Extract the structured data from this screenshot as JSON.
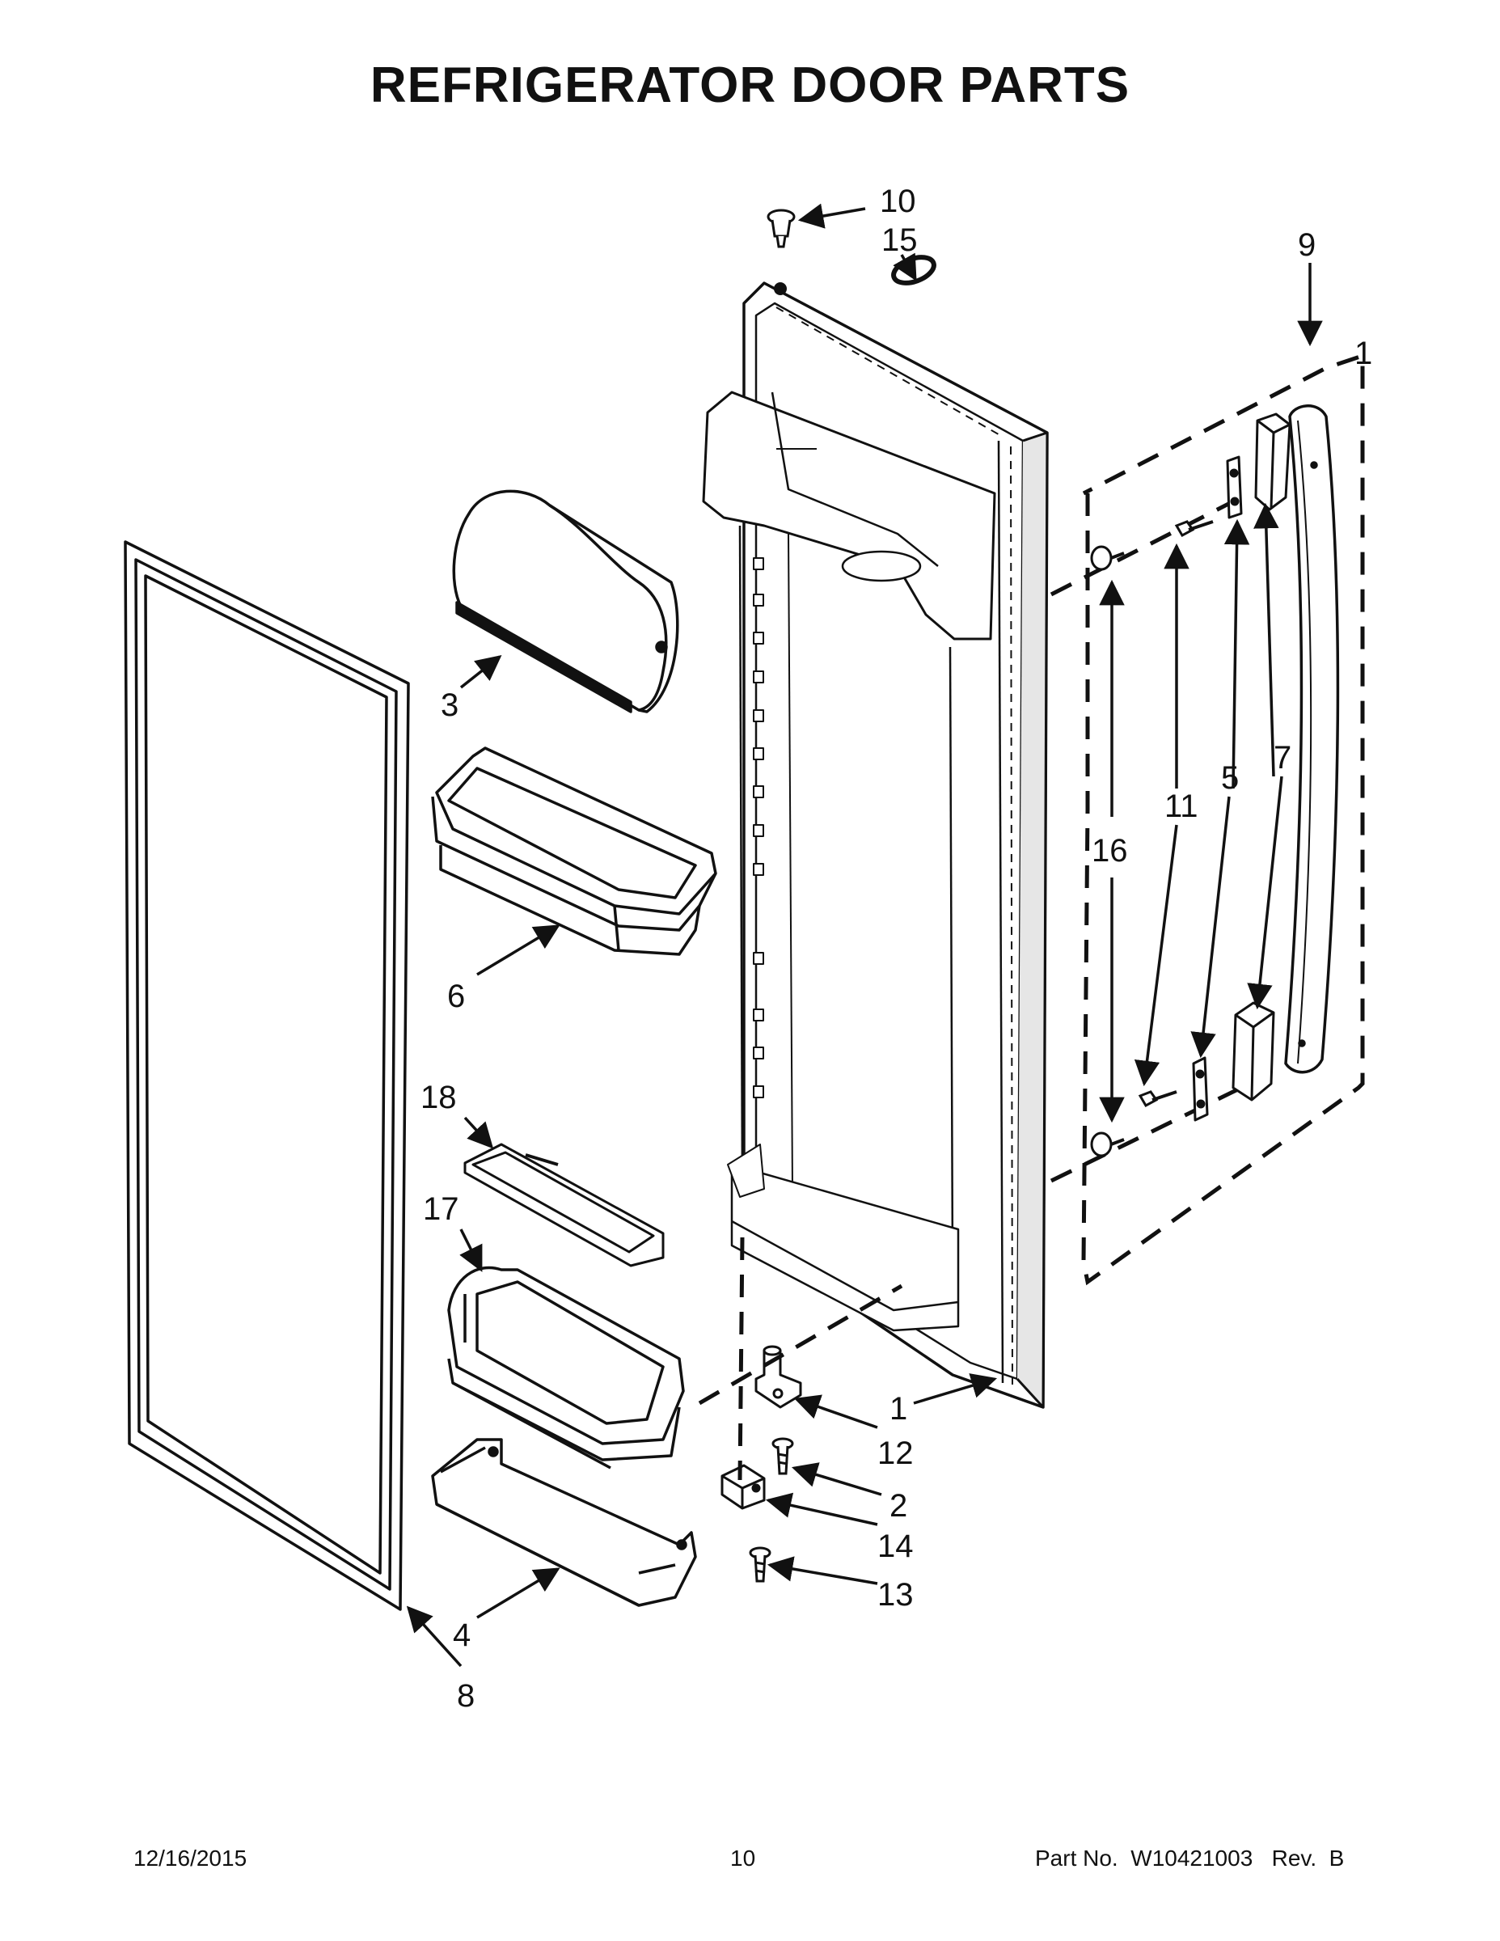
{
  "title": "REFRIGERATOR DOOR PARTS",
  "parts": [
    {
      "label": "1",
      "name": "door assembly"
    },
    {
      "label": "2",
      "name": "screw"
    },
    {
      "label": "3",
      "name": "dairy compartment"
    },
    {
      "label": "4",
      "name": "door bin"
    },
    {
      "label": "5",
      "name": "handle mount"
    },
    {
      "label": "6",
      "name": "door bin"
    },
    {
      "label": "7",
      "name": "handle end cap"
    },
    {
      "label": "8",
      "name": "door gasket"
    },
    {
      "label": "9",
      "name": "handle"
    },
    {
      "label": "10",
      "name": "door plug"
    },
    {
      "label": "11",
      "name": "screw"
    },
    {
      "label": "12",
      "name": "hinge"
    },
    {
      "label": "13",
      "name": "screw"
    },
    {
      "label": "14",
      "name": "hinge bracket"
    },
    {
      "label": "15",
      "name": "o-ring"
    },
    {
      "label": "16",
      "name": "handle stud"
    },
    {
      "label": "17",
      "name": "door bin"
    },
    {
      "label": "18",
      "name": "bin divider"
    }
  ],
  "footer": {
    "date": "12/16/2015",
    "page": "10",
    "part_number": "Part No.  W10421003   Rev.  B"
  },
  "colors": {
    "line": "#111111",
    "background": "#ffffff",
    "part_fill": "#ffffff",
    "shade": "#e6e6e6"
  }
}
